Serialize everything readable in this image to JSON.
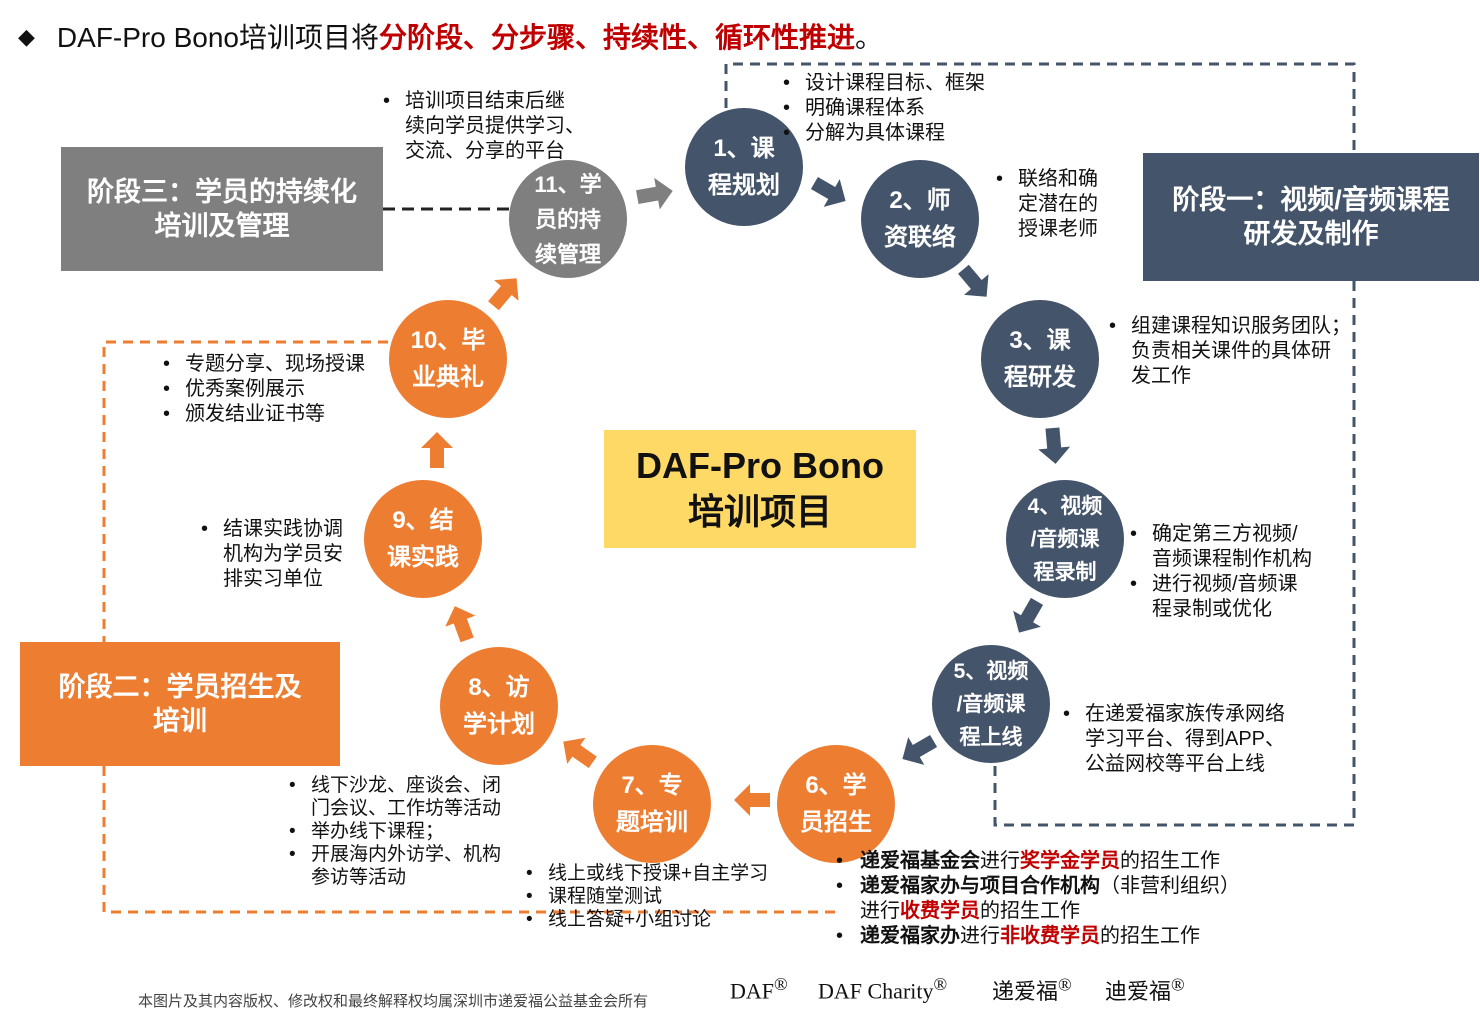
{
  "header": {
    "prefix": "DAF-Pro Bono培训项目将",
    "highlight": "分阶段、分步骤、持续性、循环性推进",
    "suffix": "。"
  },
  "center_title": "DAF-Pro Bono\n培训项目",
  "stages": {
    "s1": "阶段一：视频/音频课程\n研发及制作",
    "s2": "阶段二：学员招生及\n培训",
    "s3": "阶段三：学员的持续化\n培训及管理"
  },
  "steps": [
    {
      "label": "1、课\n程规划",
      "color": "blue"
    },
    {
      "label": "2、师\n资联络",
      "color": "blue"
    },
    {
      "label": "3、课\n程研发",
      "color": "blue"
    },
    {
      "label": "4、视频\n/音频课\n程录制",
      "color": "blue"
    },
    {
      "label": "5、视频\n/音频课\n程上线",
      "color": "blue"
    },
    {
      "label": "6、学\n员招生",
      "color": "orange"
    },
    {
      "label": "7、专\n题培训",
      "color": "orange"
    },
    {
      "label": "8、访\n学计划",
      "color": "orange"
    },
    {
      "label": "9、结\n课实践",
      "color": "orange"
    },
    {
      "label": "10、毕\n业典礼",
      "color": "orange"
    },
    {
      "label": "11、学\n员的持\n续管理",
      "color": "gray"
    }
  ],
  "bullets": {
    "step1": [
      "设计课程目标、框架",
      "明确课程体系",
      "分解为具体课程"
    ],
    "step2": [
      "联络和确\n定潜在的\n授课老师"
    ],
    "step3": [
      "组建课程知识服务团队；\n负责相关课件的具体研\n发工作"
    ],
    "step4": [
      "确定第三方视频/\n音频课程制作机构",
      "进行视频/音频课\n程录制或优化"
    ],
    "step5": [
      "在递爱福家族传承网络\n学习平台、得到APP、\n公益网校等平台上线"
    ],
    "step7": [
      "线上或线下授课+自主学习",
      "课程随堂测试",
      "线上答疑+小组讨论"
    ],
    "step8": [
      "线下沙龙、座谈会、闭\n门会议、工作坊等活动",
      "举办线下课程；",
      "开展海内外访学、机构\n参访等活动"
    ],
    "step9": [
      "结课实践协调\n机构为学员安\n排实习单位"
    ],
    "step10": [
      "专题分享、现场授课",
      "优秀案例展示",
      "颁发结业证书等"
    ],
    "step11": [
      "培训项目结束后继\n续向学员提供学习、\n交流、分享的平台"
    ]
  },
  "recruit": {
    "l1_a": "递爱福基金会",
    "l1_b": "进行",
    "l1_c": "奖学金学员",
    "l1_d": "的招生工作",
    "l2_a": "递爱福家办与项目合作机构",
    "l2_b": "（非营利组织）",
    "l3_a": "进行",
    "l3_b": "收费学员",
    "l3_c": "的招生工作",
    "l4_a": "递爱福家办",
    "l4_b": "进行",
    "l4_c": "非收费学员",
    "l4_d": "的招生工作"
  },
  "footer": {
    "copyright": "本图片及其内容版权、修改权和最终解释权均属深圳市递爱福公益基金会所有",
    "brands": [
      "DAF",
      "DAF Charity",
      "递爱福",
      "迪爱福"
    ],
    "reg_mark": "®"
  },
  "colors": {
    "blue": "#44546a",
    "orange": "#ed7d31",
    "gray": "#7f7f7f",
    "yellow": "#ffd966",
    "highlight_red": "#c00000"
  }
}
